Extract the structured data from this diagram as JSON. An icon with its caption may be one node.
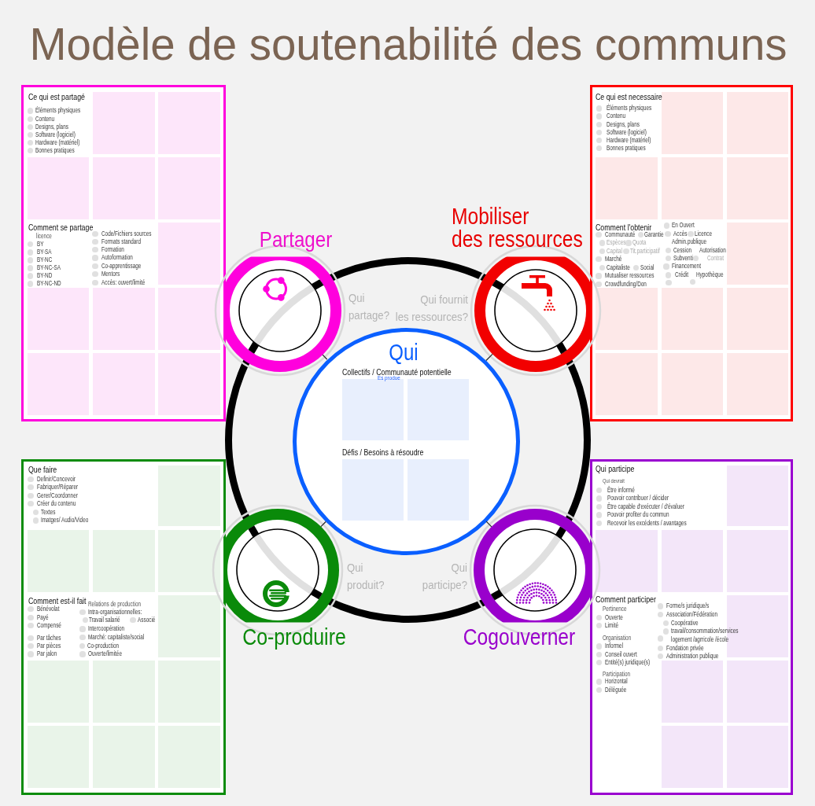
{
  "diagram": {
    "title": "Modèle de soutenabilité des communs",
    "nodes": [
      {
        "text": [
          "Ce qui est partagé",
          "Éléments physiques",
          "Contenu",
          "Designs, plans",
          "Software (logiciel)",
          "Hardware (matériel)",
          "Bonnes pratiques",
          "Comment se partage",
          "licence",
          "BY",
          "BY-SA",
          "BY-NC",
          "BY-NC-SA",
          "BY-ND",
          "BY-NC-ND",
          "Code/Fichiers sources",
          "Formats standard",
          "Formation",
          "Autoformation",
          "Co-apprentissage",
          "Mentors",
          "Accès: ouvert/limité"
        ]
      },
      {
        "text": [],
        "shape": "box",
        "in": 0
      },
      {
        "text": [],
        "shape": "box",
        "in": 0
      },
      {
        "text": [],
        "shape": "box",
        "in": 0
      },
      {
        "text": [],
        "shape": "box",
        "in": 0
      },
      {
        "text": [],
        "shape": "box",
        "in": 0
      },
      {
        "text": [],
        "shape": "box",
        "in": 0
      },
      {
        "text": [],
        "shape": "box",
        "in": 0
      },
      {
        "text": [],
        "shape": "box",
        "in": 0
      },
      {
        "text": [],
        "shape": "box",
        "in": 0
      },
      {
        "text": [],
        "shape": "box",
        "in": 0
      },
      {
        "text": [],
        "shape": "box",
        "in": 0
      },
      {
        "text": [],
        "shape": "box",
        "in": 0
      },
      {
        "text": [
          "Partager"
        ],
        "beside": [
          "Qui partage?"
        ]
      },
      {
        "text": [
          "Mobiliser des ressources"
        ],
        "beside": [
          "Qui fournit les ressources?"
        ]
      },
      {
        "text": [
          "Ce qui est necessaire",
          "Éléments physiques",
          "Contenu",
          "Designs, plans",
          "Software (logiciel)",
          "Hardware (matériel)",
          "Bonnes pratiques",
          "Comment l'obtenir",
          "Communauté",
          "Garantie",
          "Espèces",
          "Quota",
          "Capital",
          "Tit.participatif",
          "Marché",
          "Capitaliste",
          "Social",
          "Mutualiser ressources",
          "Crowdfunding/Don",
          "En Ouvert",
          "Accès",
          "Licence",
          "Admin.publique",
          "Cession",
          "Autorisation",
          "Subventi",
          "Contrat",
          "Financement",
          "Crédit",
          "Hypothèque"
        ]
      },
      {
        "text": [],
        "shape": "box",
        "in": 15
      },
      {
        "text": [],
        "shape": "box",
        "in": 15
      },
      {
        "text": [],
        "shape": "box",
        "in": 15
      },
      {
        "text": [],
        "shape": "box",
        "in": 15
      },
      {
        "text": [],
        "shape": "box",
        "in": 15
      },
      {
        "text": [],
        "shape": "box",
        "in": 15
      },
      {
        "text": [],
        "shape": "box",
        "in": 15
      },
      {
        "text": [],
        "shape": "box",
        "in": 15
      },
      {
        "text": [],
        "shape": "box",
        "in": 15
      },
      {
        "text": [],
        "shape": "box",
        "in": 15
      },
      {
        "text": [],
        "shape": "box",
        "in": 15
      },
      {
        "text": [],
        "shape": "box",
        "in": 15
      },
      {
        "text": [],
        "shape": "circle"
      },
      {
        "text": [
          "Qui",
          "Collectifs / Communauté potentielle",
          "Es produe",
          "Défis / Besoins à résoudre"
        ],
        "in": 28
      },
      {
        "text": [],
        "shape": "box",
        "in": 29
      },
      {
        "text": [],
        "shape": "box",
        "in": 29
      },
      {
        "text": [],
        "shape": "box",
        "in": 29
      },
      {
        "text": [],
        "shape": "box",
        "in": 29
      },
      {
        "text": [
          "Que faire",
          "Definir/Concevoir",
          "Fabriquer/Réparer",
          "Gerer/Coordonner",
          "Créer du contenu",
          "Textes",
          "Imatges/ Audio/Video",
          "Comment est-il fait",
          "Bénévolat",
          "Payé",
          "Compensé",
          "Par tâches",
          "Par pièces",
          "Par jalon",
          "Relations de production",
          "Intra-organisationnelles:",
          "Travail salarié",
          "Associé",
          "Intercoopération",
          "Marché: capitaliste/social",
          "Co-production",
          "Ouverte/limitée"
        ]
      },
      {
        "text": [],
        "shape": "box",
        "in": 34
      },
      {
        "text": [],
        "shape": "box",
        "in": 34
      },
      {
        "text": [],
        "shape": "box",
        "in": 34
      },
      {
        "text": [],
        "shape": "box",
        "in": 34
      },
      {
        "text": [],
        "shape": "box",
        "in": 34
      },
      {
        "text": [],
        "shape": "box",
        "in": 34
      },
      {
        "text": [],
        "shape": "box",
        "in": 34
      },
      {
        "text": [],
        "shape": "box",
        "in": 34
      },
      {
        "text": [],
        "shape": "box",
        "in": 34
      },
      {
        "text": [],
        "shape": "box",
        "in": 34
      },
      {
        "text": [],
        "shape": "box",
        "in": 34
      },
      {
        "text": [
          "Co-produire"
        ],
        "beside": [
          "Qui produit?"
        ]
      },
      {
        "text": [
          "Cogouverner"
        ],
        "beside": [
          "Qui participe?"
        ]
      },
      {
        "text": [
          "Qui participe",
          "Qui devrait",
          "Être informé",
          "Pouvoir contribuer / décider",
          "Être capable d'exécuter / d'évaluer",
          "Pouvoir profiter du commun",
          "Recevoir les excédents / avantages",
          "Comment participer",
          "Pertinence",
          "Ouverte",
          "Limité",
          "Organisation",
          "Informel",
          "Conseil ouvert",
          "Entité(s) juridique(s)",
          "Participation",
          "Horizontal",
          "Déléguée",
          "Forme/s juridique/s",
          "Association/Fédération",
          "Coopérative",
          "travail/consommation/services",
          "logement /agrricole /école",
          "Fondation privée",
          "Administration publique"
        ]
      },
      {
        "text": [],
        "shape": "box",
        "in": 48
      },
      {
        "text": [],
        "shape": "box",
        "in": 48
      },
      {
        "text": [],
        "shape": "box",
        "in": 48
      },
      {
        "text": [],
        "shape": "box",
        "in": 48
      },
      {
        "text": [],
        "shape": "box",
        "in": 48
      },
      {
        "text": [],
        "shape": "box",
        "in": 48
      },
      {
        "text": [],
        "shape": "box",
        "in": 48
      },
      {
        "text": [],
        "shape": "box",
        "in": 48
      },
      {
        "text": [],
        "shape": "box",
        "in": 48
      }
    ],
    "edges": [
      {
        "from": 13,
        "to": 29,
        "arrow": "none"
      },
      {
        "from": 14,
        "to": 29,
        "arrow": "none"
      },
      {
        "from": 46,
        "to": 29,
        "arrow": "none"
      },
      {
        "from": 47,
        "to": 29,
        "arrow": "none"
      }
    ]
  }
}
